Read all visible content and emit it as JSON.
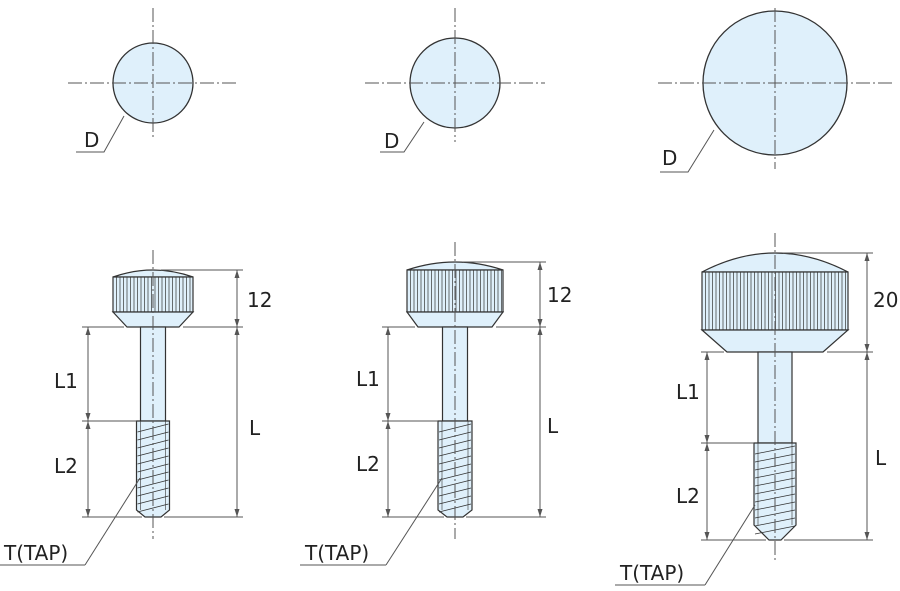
{
  "colors": {
    "fill": "#dff0fb",
    "stroke": "#333333",
    "dim": "#555555"
  },
  "screws": [
    {
      "diameter_label": "D",
      "head_height_label": "12",
      "length_label": "L",
      "l1_label": "L1",
      "l2_label": "L2",
      "tap_label": "T(TAP)"
    },
    {
      "diameter_label": "D",
      "head_height_label": "12",
      "length_label": "L",
      "l1_label": "L1",
      "l2_label": "L2",
      "tap_label": "T(TAP)"
    },
    {
      "diameter_label": "D",
      "head_height_label": "20",
      "length_label": "L",
      "l1_label": "L1",
      "l2_label": "L2",
      "tap_label": "T(TAP)"
    }
  ]
}
